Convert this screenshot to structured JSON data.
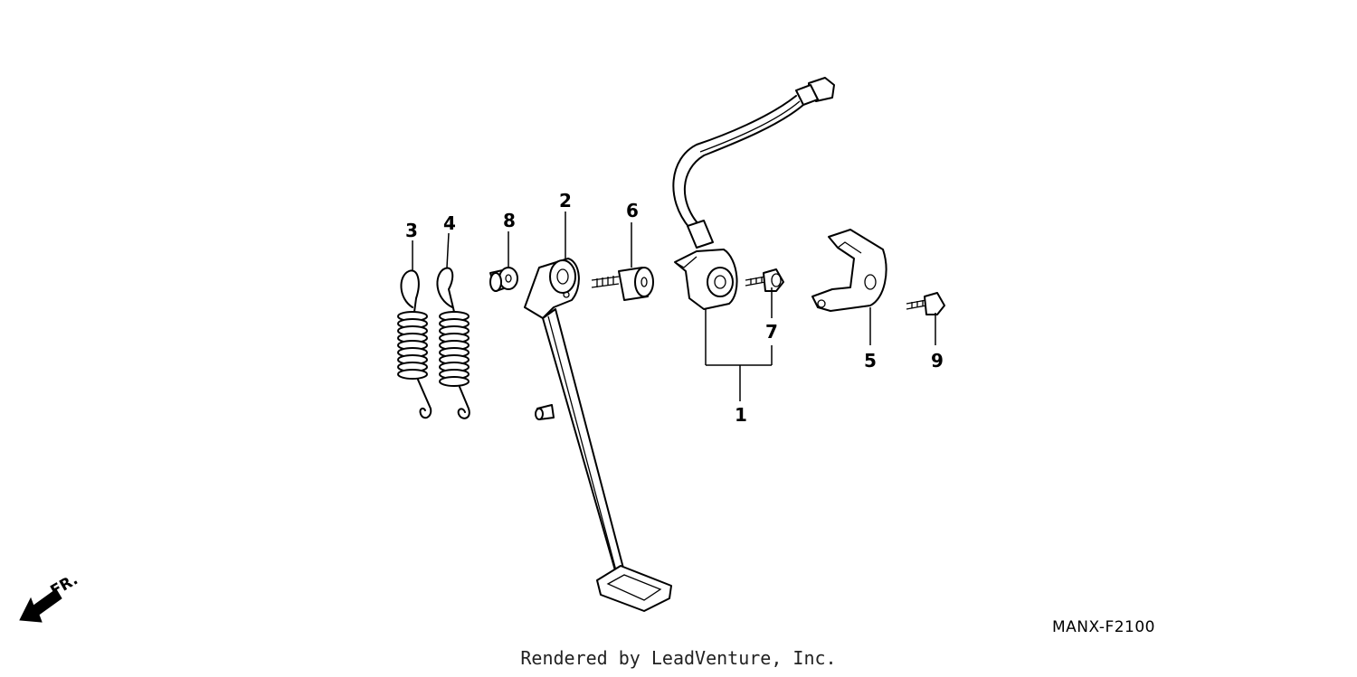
{
  "callouts": {
    "p1": "1",
    "p2": "2",
    "p3": "3",
    "p4": "4",
    "p5": "5",
    "p6": "6",
    "p7": "7",
    "p8": "8",
    "p9": "9"
  },
  "direction_label": "FR.",
  "diagram_code": "MANX-F2100",
  "credit": "Rendered by LeadVenture, Inc."
}
